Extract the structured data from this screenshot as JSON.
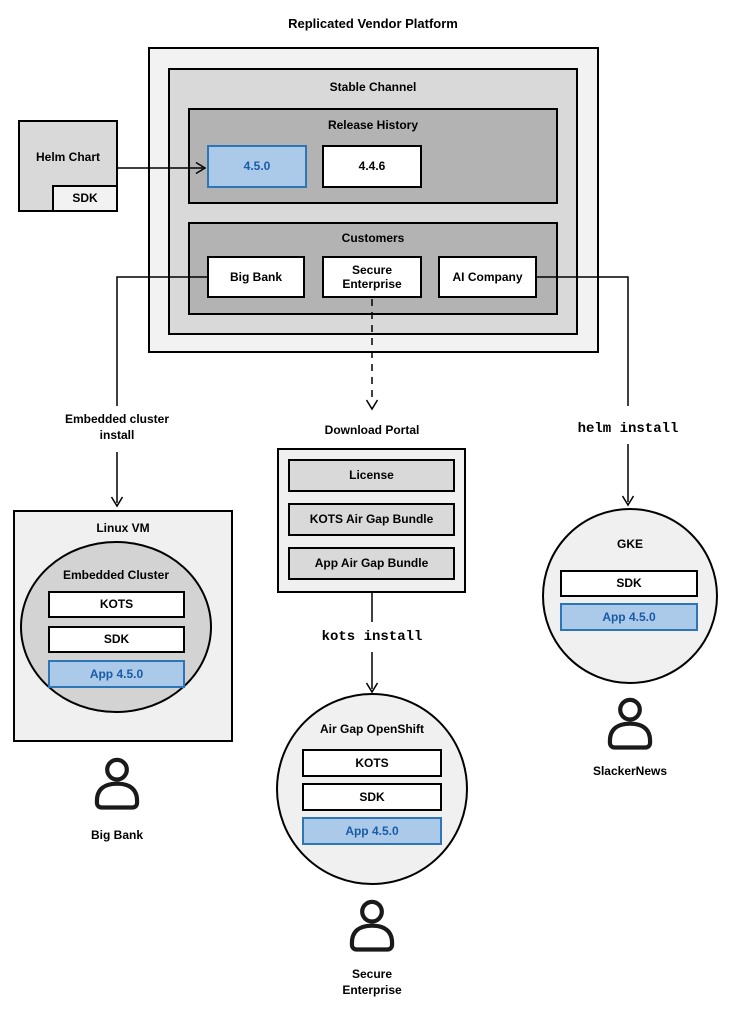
{
  "colors": {
    "outer_fill": "#f2f2f2",
    "mid_fill": "#d9d9d9",
    "dark_fill": "#b3b3b3",
    "node_fill": "#f0f0f0",
    "cluster_fill": "#d3d3d3",
    "highlight_fill": "#abc9e9",
    "highlight_border": "#2e75b6",
    "highlight_text": "#1a5ba6",
    "line_color": "#000000"
  },
  "platform": {
    "title": "Replicated Vendor Platform",
    "stable_channel": {
      "title": "Stable Channel",
      "release_history": {
        "title": "Release History",
        "releases": [
          {
            "version": "4.5.0",
            "highlighted": true
          },
          {
            "version": "4.4.6",
            "highlighted": false
          }
        ]
      },
      "customers": {
        "title": "Customers",
        "items": [
          {
            "name": "Big Bank"
          },
          {
            "name": "Secure Enterprise"
          },
          {
            "name": "AI Company"
          }
        ]
      }
    }
  },
  "helm_chart": {
    "title": "Helm Chart",
    "sdk": "SDK"
  },
  "edge_labels": {
    "embedded_install": "Embedded cluster install",
    "helm_install": "helm install",
    "kots_install": "kots install"
  },
  "download_portal": {
    "title": "Download Portal",
    "items": [
      {
        "label": "License"
      },
      {
        "label": "KOTS Air Gap Bundle"
      },
      {
        "label": "App Air Gap Bundle"
      }
    ]
  },
  "linux_vm": {
    "title": "Linux VM",
    "embedded_cluster": {
      "title": "Embedded Cluster",
      "components": [
        {
          "label": "KOTS",
          "highlighted": false
        },
        {
          "label": "SDK",
          "highlighted": false
        },
        {
          "label": "App 4.5.0",
          "highlighted": true
        }
      ]
    },
    "user": "Big Bank"
  },
  "airgap_openshift": {
    "title": "Air Gap OpenShift",
    "components": [
      {
        "label": "KOTS",
        "highlighted": false
      },
      {
        "label": "SDK",
        "highlighted": false
      },
      {
        "label": "App 4.5.0",
        "highlighted": true
      }
    ],
    "user": "Secure Enterprise"
  },
  "gke": {
    "title": "GKE",
    "components": [
      {
        "label": "SDK",
        "highlighted": false
      },
      {
        "label": "App 4.5.0",
        "highlighted": true
      }
    ],
    "user": "SlackerNews"
  }
}
